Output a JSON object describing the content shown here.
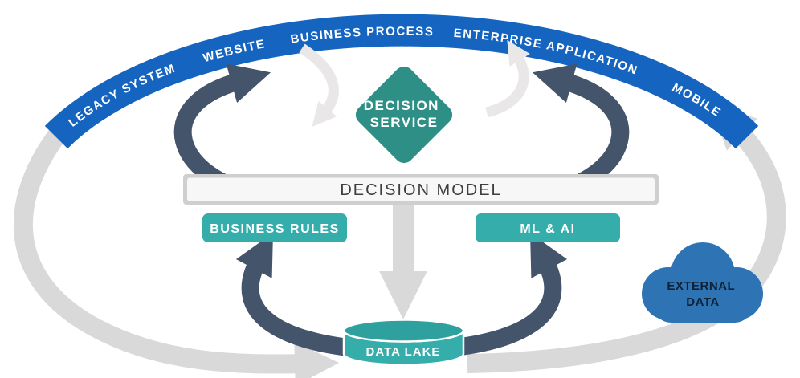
{
  "diagram": {
    "channels": [
      "LEGACY SYSTEM",
      "WEBSITE",
      "BUSINESS PROCESS",
      "ENTERPRISE APPLICATION",
      "MOBILE"
    ],
    "decision_service": {
      "line1": "DECISION",
      "line2": "SERVICE"
    },
    "decision_model_label": "DECISION MODEL",
    "business_rules_label": "BUSINESS RULES",
    "ml_ai_label": "ML & AI",
    "data_lake_label": "DATA LAKE",
    "external_data": {
      "line1": "EXTERNAL",
      "line2": "DATA"
    },
    "colors": {
      "channel_band_blue": "#1565c0",
      "decision_service_teal": "#2e8f86",
      "node_teal": "#35adaa",
      "cylinder_top_teal": "#2ea19e",
      "slate_arrow": "#44546a",
      "gray_arrow": "#d9d9d9",
      "white_arrow": "#e9e7e7",
      "cloud_blue": "#2e74b5",
      "bar_fill": "#f7f7f7",
      "bar_border": "#cfcfcf"
    }
  }
}
